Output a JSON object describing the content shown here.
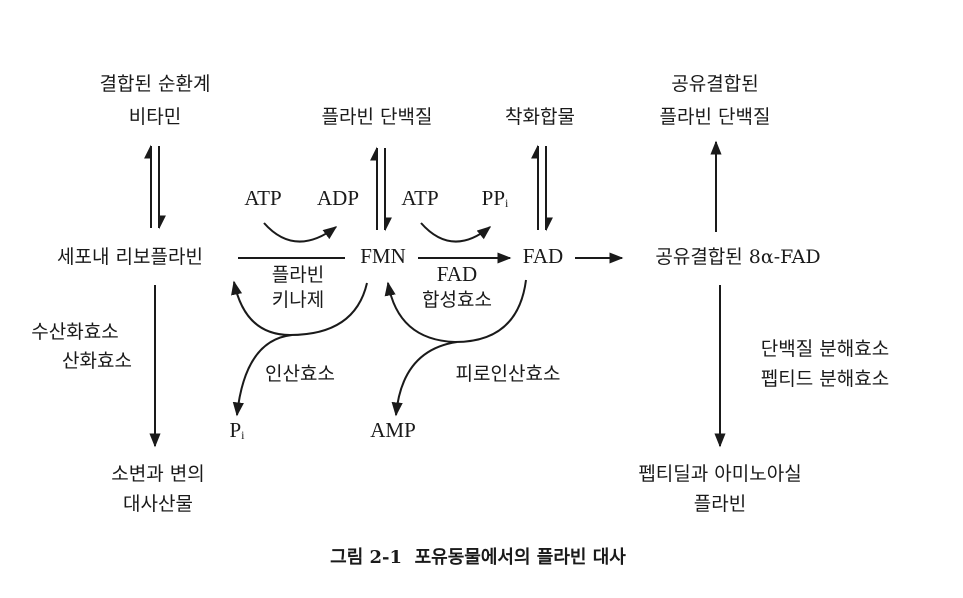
{
  "title": "그림 2-1  포유동물에서의 플라빈 대사",
  "nodes": {
    "bound_vitamin": [
      "결합된 순환계",
      "비타민"
    ],
    "flavoprotein": "플라빈 단백질",
    "complex": "착화합물",
    "covalent_flavoprotein": [
      "공유결합된",
      "플라빈 단백질"
    ],
    "riboflavin": "세포내 리보플라빈",
    "fmn": "FMN",
    "fad": "FAD",
    "covalent_fad": "공유결합된 8α-FAD",
    "excretion": [
      "소변과 변의",
      "대사산물"
    ],
    "peptidyl": [
      "펩티딜과 아미노아실",
      "플라빈"
    ]
  },
  "cofactors": {
    "atp1": "ATP",
    "adp": "ADP",
    "atp2": "ATP",
    "ppi_main": "PP",
    "ppi_sub": "i",
    "pi_main": "P",
    "pi_sub": "i",
    "amp": "AMP"
  },
  "enzymes": {
    "flavokinase": [
      "플라빈",
      "키나제"
    ],
    "fad_synthetase": [
      "FAD",
      "합성효소"
    ],
    "phosphatase": "인산효소",
    "pyrophosphatase": "피로인산효소",
    "oxidases": [
      "수산화효소",
      "산화효소"
    ],
    "proteases": [
      "단백질 분해효소",
      "펩티드 분해효소"
    ]
  },
  "colors": {
    "ink": "#1a1a1a",
    "background": "#ffffff"
  }
}
